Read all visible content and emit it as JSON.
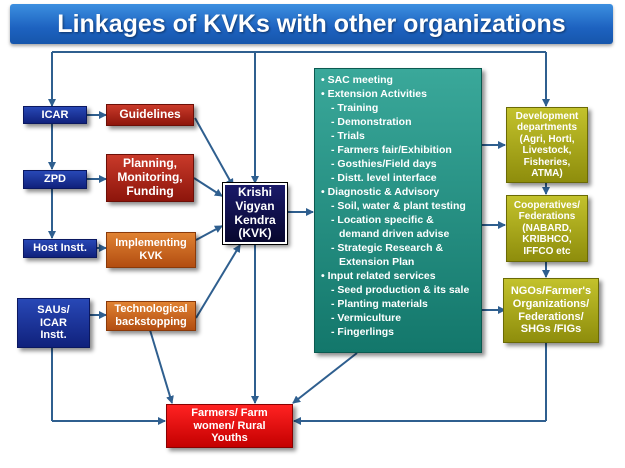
{
  "title": "Linkages of KVKs with other organizations",
  "left_boxes": {
    "icar": "ICAR",
    "zpd": "ZPD",
    "host": "Host Instt.",
    "saus": [
      "SAUs/",
      "ICAR",
      "Instt."
    ]
  },
  "middle_boxes": {
    "guidelines": "Guidelines",
    "planning": [
      "Planning,",
      "Monitoring,",
      "Funding"
    ],
    "implementing": [
      "Implementing",
      "KVK"
    ],
    "technological": [
      "Technological",
      "backstopping"
    ]
  },
  "kvk": [
    "Krishi",
    "Vigyan",
    "Kendra",
    "(KVK)"
  ],
  "activities": {
    "sac": "SAC meeting",
    "extension": "Extension Activities",
    "extension_items": [
      "Training",
      "Demonstration",
      "Trials",
      "Farmers fair/Exhibition",
      "Gosthies/Field days",
      "Distt. level interface"
    ],
    "diagnostic": "Diagnostic & Advisory",
    "diagnostic_items": {
      "soil": "Soil, water & plant testing",
      "location_1": "Location specific &",
      "location_2": "demand driven advise",
      "strategic_1": "Strategic Research &",
      "strategic_2": "Extension Plan"
    },
    "input": "Input related services",
    "input_items": [
      "Seed production & its sale",
      "Planting materials",
      "Vermiculture",
      "Fingerlings"
    ]
  },
  "right_boxes": {
    "development": [
      "Development",
      "departments",
      "(Agri, Horti,",
      "Livestock,",
      "Fisheries,",
      "ATMA)"
    ],
    "cooperatives": [
      "Cooperatives/",
      "Federations",
      "(NABARD,",
      "KRIBHCO,",
      "IFFCO etc"
    ],
    "ngos": [
      "NGOs/Farmer's",
      "Organizations/",
      "Federations/",
      "SHGs /FIGs"
    ]
  },
  "farmers": [
    "Farmers/ Farm",
    "women/ Rural",
    "Youths"
  ],
  "colors": {
    "title_bar": "#1d62c0",
    "navy": "#10217c",
    "red": "#8d150b",
    "orange": "#b24d11",
    "kvk": "#07072e",
    "teal": "#13776b",
    "olive": "#8e8d0c",
    "farmers": "#e00000",
    "lines": "#2f5f8f"
  }
}
